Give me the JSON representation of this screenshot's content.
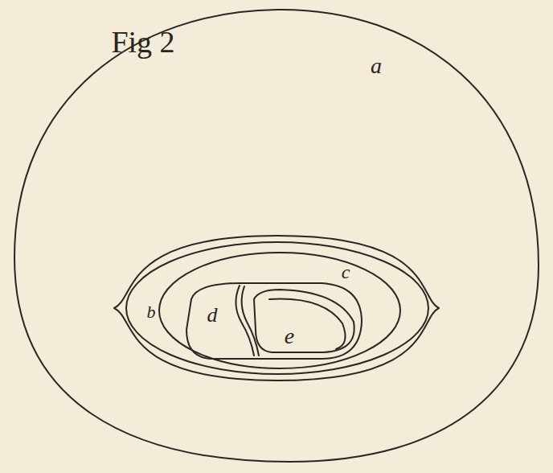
{
  "diagram": {
    "labels": [
      "Fig 2",
      "a",
      "b",
      "c",
      "d",
      "e"
    ]
  }
}
